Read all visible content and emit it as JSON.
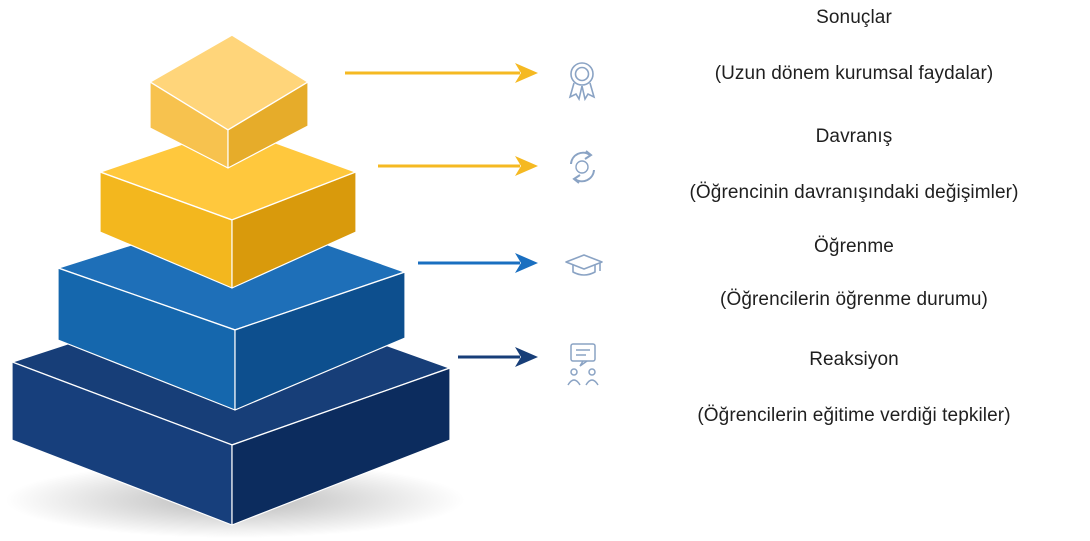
{
  "levels": [
    {
      "title": "Sonuçlar",
      "description": "(Uzun dönem kurumsal faydalar)",
      "icon": "award-medal-icon"
    },
    {
      "title": "Davranış",
      "description": "(Öğrencinin davranışındaki değişimler)",
      "icon": "refresh-cycle-icon"
    },
    {
      "title": "Öğrenme",
      "description": "(Öğrencilerin öğrenme durumu)",
      "icon": "graduation-cap-icon"
    },
    {
      "title": "Reaksiyon",
      "description": "(Öğrencilerin eğitime verdiği tepkiler)",
      "icon": "feedback-people-icon"
    }
  ],
  "colors": {
    "yellow_top": "#FFD57A",
    "yellow_left": "#F3B71E",
    "yellow_right": "#D99A0C",
    "blue_top": "#1E6FB8",
    "blue_left": "#1567AD",
    "blue_right": "#0D4F8E",
    "navy_top": "#173E78",
    "navy_left": "#173F7C",
    "navy_right": "#0C2C5E",
    "icon": "#8AA3C4"
  }
}
